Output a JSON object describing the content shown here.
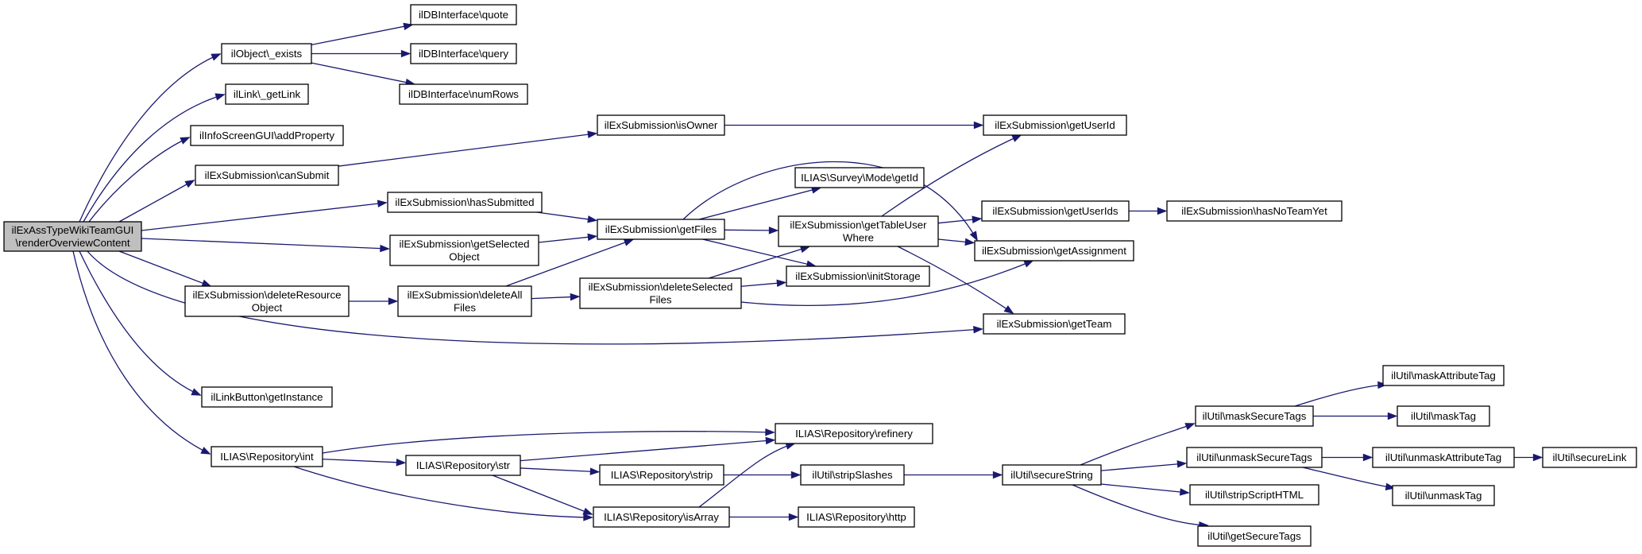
{
  "graph": {
    "edge_color": "#191970",
    "root_fill": "#bfbfbf",
    "nodes": [
      {
        "id": "n0",
        "lines": [
          "ilExAssTypeWikiTeamGUI",
          "\\renderOverviewContent"
        ],
        "root": true
      },
      {
        "id": "n1",
        "lines": [
          "ilObject\\_exists"
        ]
      },
      {
        "id": "n2",
        "lines": [
          "ilDBInterface\\quote"
        ]
      },
      {
        "id": "n3",
        "lines": [
          "ilDBInterface\\query"
        ]
      },
      {
        "id": "n4",
        "lines": [
          "ilDBInterface\\numRows"
        ]
      },
      {
        "id": "n5",
        "lines": [
          "ilLink\\_getLink"
        ]
      },
      {
        "id": "n6",
        "lines": [
          "ilInfoScreenGUI\\addProperty"
        ]
      },
      {
        "id": "n7",
        "lines": [
          "ilExSubmission\\canSubmit"
        ]
      },
      {
        "id": "n8",
        "lines": [
          "ilExSubmission\\isOwner"
        ]
      },
      {
        "id": "n9",
        "lines": [
          "ilExSubmission\\getUserId"
        ]
      },
      {
        "id": "n10",
        "lines": [
          "ilExSubmission\\hasSubmitted"
        ]
      },
      {
        "id": "n11",
        "lines": [
          "ilExSubmission\\getFiles"
        ]
      },
      {
        "id": "n12",
        "lines": [
          "ILIAS\\Survey\\Mode\\getId"
        ]
      },
      {
        "id": "n13",
        "lines": [
          "ilExSubmission\\getTableUser",
          "Where"
        ]
      },
      {
        "id": "n14",
        "lines": [
          "ilExSubmission\\getUserIds"
        ]
      },
      {
        "id": "n15",
        "lines": [
          "ilExSubmission\\hasNoTeamYet"
        ]
      },
      {
        "id": "n16",
        "lines": [
          "ilExSubmission\\getAssignment"
        ]
      },
      {
        "id": "n17",
        "lines": [
          "ilExSubmission\\getSelected",
          "Object"
        ]
      },
      {
        "id": "n18",
        "lines": [
          "ilExSubmission\\initStorage"
        ]
      },
      {
        "id": "n19",
        "lines": [
          "ilExSubmission\\deleteResource",
          "Object"
        ]
      },
      {
        "id": "n20",
        "lines": [
          "ilExSubmission\\deleteAll",
          "Files"
        ]
      },
      {
        "id": "n21",
        "lines": [
          "ilExSubmission\\deleteSelected",
          "Files"
        ]
      },
      {
        "id": "n22",
        "lines": [
          "ilExSubmission\\getTeam"
        ]
      },
      {
        "id": "n23",
        "lines": [
          "ilLinkButton\\getInstance"
        ]
      },
      {
        "id": "n24",
        "lines": [
          "ILIAS\\Repository\\int"
        ]
      },
      {
        "id": "n25",
        "lines": [
          "ILIAS\\Repository\\refinery"
        ]
      },
      {
        "id": "n26",
        "lines": [
          "ILIAS\\Repository\\str"
        ]
      },
      {
        "id": "n27",
        "lines": [
          "ILIAS\\Repository\\strip"
        ]
      },
      {
        "id": "n28",
        "lines": [
          "ilUtil\\stripSlashes"
        ]
      },
      {
        "id": "n29",
        "lines": [
          "ILIAS\\Repository\\isArray"
        ]
      },
      {
        "id": "n30",
        "lines": [
          "ILIAS\\Repository\\http"
        ]
      },
      {
        "id": "n31",
        "lines": [
          "ilUtil\\secureString"
        ]
      },
      {
        "id": "n32",
        "lines": [
          "ilUtil\\maskSecureTags"
        ]
      },
      {
        "id": "n33",
        "lines": [
          "ilUtil\\maskAttributeTag"
        ]
      },
      {
        "id": "n34",
        "lines": [
          "ilUtil\\maskTag"
        ]
      },
      {
        "id": "n35",
        "lines": [
          "ilUtil\\unmaskSecureTags"
        ]
      },
      {
        "id": "n36",
        "lines": [
          "ilUtil\\unmaskAttributeTag"
        ]
      },
      {
        "id": "n37",
        "lines": [
          "ilUtil\\secureLink"
        ]
      },
      {
        "id": "n38",
        "lines": [
          "ilUtil\\unmaskTag"
        ]
      },
      {
        "id": "n39",
        "lines": [
          "ilUtil\\stripScriptHTML"
        ]
      },
      {
        "id": "n40",
        "lines": [
          "ilUtil\\getSecureTags"
        ]
      }
    ],
    "edges": [
      {
        "from": "n0",
        "to": "n1"
      },
      {
        "from": "n0",
        "to": "n5"
      },
      {
        "from": "n0",
        "to": "n6"
      },
      {
        "from": "n0",
        "to": "n7"
      },
      {
        "from": "n0",
        "to": "n10"
      },
      {
        "from": "n0",
        "to": "n17"
      },
      {
        "from": "n0",
        "to": "n19"
      },
      {
        "from": "n0",
        "to": "n22"
      },
      {
        "from": "n0",
        "to": "n23"
      },
      {
        "from": "n0",
        "to": "n24"
      },
      {
        "from": "n1",
        "to": "n2"
      },
      {
        "from": "n1",
        "to": "n3"
      },
      {
        "from": "n1",
        "to": "n4"
      },
      {
        "from": "n7",
        "to": "n8"
      },
      {
        "from": "n8",
        "to": "n9"
      },
      {
        "from": "n10",
        "to": "n11"
      },
      {
        "from": "n11",
        "to": "n12"
      },
      {
        "from": "n11",
        "to": "n13"
      },
      {
        "from": "n11",
        "to": "n16"
      },
      {
        "from": "n11",
        "to": "n18"
      },
      {
        "from": "n13",
        "to": "n9"
      },
      {
        "from": "n13",
        "to": "n14"
      },
      {
        "from": "n13",
        "to": "n16"
      },
      {
        "from": "n13",
        "to": "n22"
      },
      {
        "from": "n14",
        "to": "n15"
      },
      {
        "from": "n17",
        "to": "n11"
      },
      {
        "from": "n19",
        "to": "n20"
      },
      {
        "from": "n20",
        "to": "n11"
      },
      {
        "from": "n20",
        "to": "n21"
      },
      {
        "from": "n21",
        "to": "n13"
      },
      {
        "from": "n21",
        "to": "n16"
      },
      {
        "from": "n21",
        "to": "n18"
      },
      {
        "from": "n24",
        "to": "n25"
      },
      {
        "from": "n24",
        "to": "n26"
      },
      {
        "from": "n24",
        "to": "n29"
      },
      {
        "from": "n26",
        "to": "n25"
      },
      {
        "from": "n26",
        "to": "n27"
      },
      {
        "from": "n26",
        "to": "n29"
      },
      {
        "from": "n27",
        "to": "n28"
      },
      {
        "from": "n28",
        "to": "n31"
      },
      {
        "from": "n29",
        "to": "n25"
      },
      {
        "from": "n29",
        "to": "n30"
      },
      {
        "from": "n31",
        "to": "n32"
      },
      {
        "from": "n31",
        "to": "n35"
      },
      {
        "from": "n31",
        "to": "n39"
      },
      {
        "from": "n31",
        "to": "n40"
      },
      {
        "from": "n32",
        "to": "n33"
      },
      {
        "from": "n32",
        "to": "n34"
      },
      {
        "from": "n35",
        "to": "n36"
      },
      {
        "from": "n35",
        "to": "n38"
      },
      {
        "from": "n36",
        "to": "n37"
      }
    ]
  }
}
